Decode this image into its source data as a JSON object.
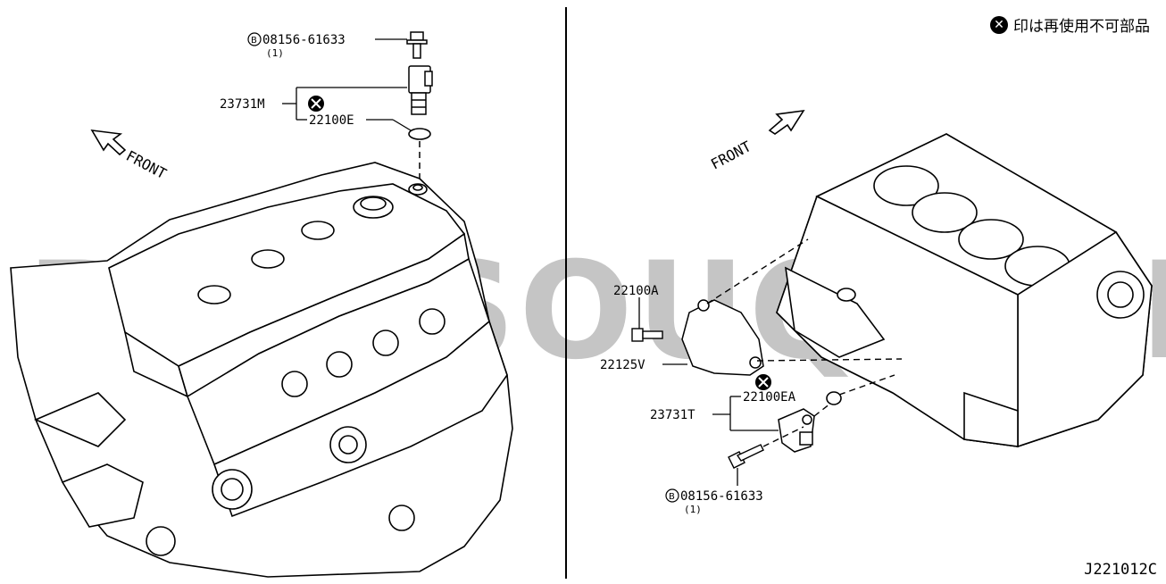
{
  "legend": {
    "mark_icon": "circle-x-icon",
    "text": "印は再使用不可部品"
  },
  "diagram_code": "J221012C",
  "watermark": "PARTSOUQ.COM",
  "left_view": {
    "front_label": "FRONT",
    "bolt_part": "08156-61633",
    "bolt_qty": "(1)",
    "bolt_prefix_icon": "circled-b-icon",
    "sensor_part": "23731M",
    "oring_part": "22100E",
    "nonreusable_icon": "circle-x-icon"
  },
  "right_view": {
    "front_label": "FRONT",
    "bolt_a_part": "22100A",
    "cover_part": "22125V",
    "oring_part": "22100EA",
    "sensor_part": "23731T",
    "bolt_part": "08156-61633",
    "bolt_qty": "(1)",
    "bolt_prefix_icon": "circled-b-icon",
    "nonreusable_icon": "circle-x-icon"
  }
}
